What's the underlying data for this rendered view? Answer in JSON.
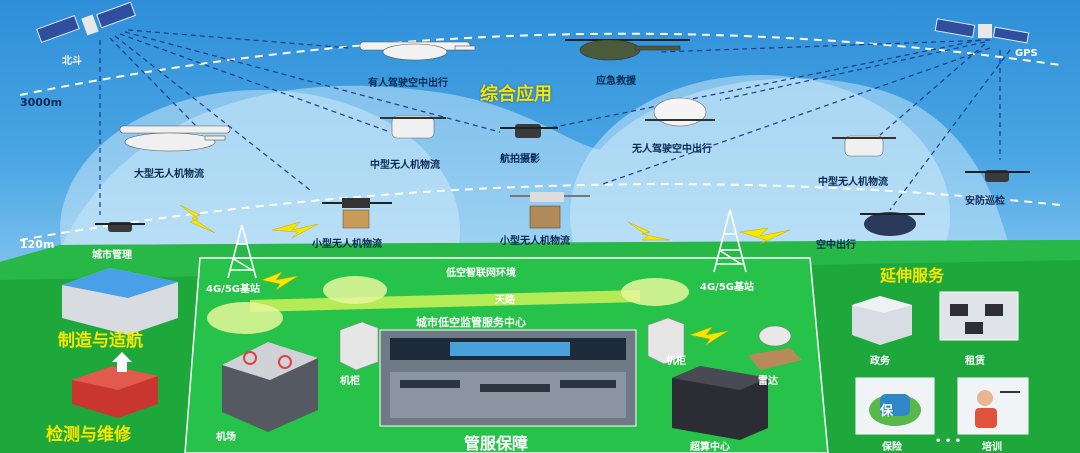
{
  "sky": {
    "beidou": "北斗",
    "gps": "GPS",
    "alt_3000": "3000m",
    "alt_120": "120m",
    "comprehensive_app": "综合应用",
    "crewed_air_travel": "有人驾驶空中出行",
    "emergency_rescue": "应急救援",
    "large_uav_logistics": "大型无人机物流",
    "medium_uav_logistics_1": "中型无人机物流",
    "aerial_photography": "航拍摄影",
    "uncrewed_air_travel": "无人驾驶空中出行",
    "medium_uav_logistics_2": "中型无人机物流",
    "security_patrol": "安防巡检",
    "urban_management": "城市管理",
    "small_uav_logistics_1": "小型无人机物流",
    "small_uav_logistics_2": "小型无人机物流",
    "air_travel": "空中出行"
  },
  "ground": {
    "base_station_left": "4G/5G基站",
    "base_station_right": "4G/5G基站",
    "network_env": "低空智联网环境",
    "skyway": "天路",
    "service_center": "城市低空监管服务中心",
    "cabinet_left": "机柜",
    "cabinet_right": "机柜",
    "airport": "机场",
    "radar": "雷达",
    "supercomputing": "超算中心",
    "guarantee": "管服保障",
    "manufacturing": "制造与适航",
    "inspection": "检测与维修",
    "extended_services": "延伸服务",
    "government": "政务",
    "leasing": "租赁",
    "insurance": "保险",
    "insurance_icon_glyph": "保",
    "training": "培训",
    "more": "• • •"
  },
  "colors": {
    "accent_yellow": "#f6e600",
    "ground_green": "#1ea83c",
    "deep_blue": "#0b2a55"
  }
}
